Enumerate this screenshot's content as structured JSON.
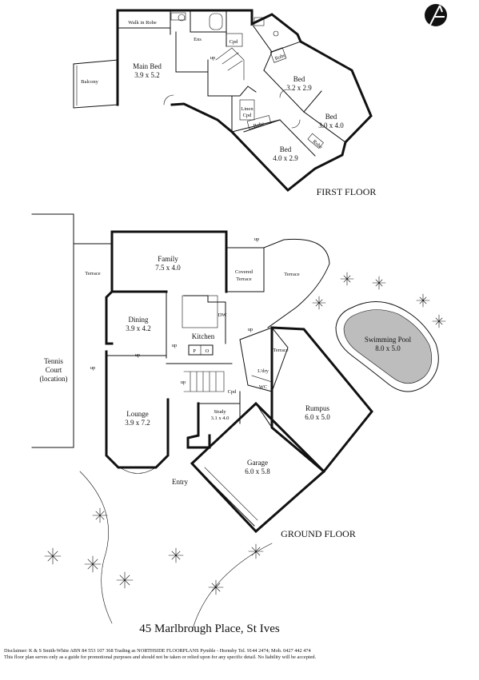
{
  "title": "45 Marlbrough Place, St Ives",
  "compass": {
    "icon": "north-arrow-icon"
  },
  "first_floor": {
    "heading": "FIRST FLOOR",
    "rooms": {
      "walk_in_robe": "Walk in Robe",
      "ens": "Ens",
      "main_bed_name": "Main Bed",
      "main_bed_size": "3.9 x 5.2",
      "balcony": "Balcony",
      "bed1_name": "Bed",
      "bed1_size": "3.2 x 2.9",
      "bed2_name": "Bed",
      "bed2_size": "3.0 x 4.0",
      "bed3_name": "Bed",
      "bed3_size": "4.0 x 2.9",
      "linen": "Linen",
      "linen_cpd": "Cpd",
      "cpd": "Cpd",
      "robe1": "Robe",
      "robe2": "Robe",
      "robe3": "Robe",
      "up": "up"
    }
  },
  "ground_floor": {
    "heading": "GROUND FLOOR",
    "rooms": {
      "tennis_name": "Tennis",
      "tennis_court": "Court",
      "tennis_location": "(location)",
      "terrace_left": "Terrace",
      "family_name": "Family",
      "family_size": "7.5 x 4.0",
      "covered_terrace_1": "Covered",
      "covered_terrace_2": "Terrace",
      "terrace_right": "Terrace",
      "dining_name": "Dining",
      "dining_size": "3.9 x 4.2",
      "kitchen": "Kitchen",
      "dw": "DW",
      "p": "P",
      "o": "O",
      "terrace_mid": "Terrace",
      "swimming_pool_name": "Swimming Pool",
      "swimming_pool_size": "8.0 x 5.0",
      "laundry": "L'dry",
      "wc": "WC",
      "cpd": "Cpd",
      "lounge_name": "Lounge",
      "lounge_size": "3.9 x 7.2",
      "study_name": "Study",
      "study_size": "3.1 x 4.0",
      "rumpus_name": "Rumpus",
      "rumpus_size": "6.0 x 5.0",
      "garage_name": "Garage",
      "garage_size": "6.0 x 5.8",
      "entry": "Entry",
      "up": "up"
    }
  },
  "disclaimer": {
    "line1": "Disclaimer:  K & S Smith-White  ABN 84 553 107 368  Trading as NORTHSIDE FLOORPLANS Pymble - Hornsby  Tel. 9144 2474; Mob. 0427 442 474",
    "line2": "This floor plan serves only as a guide for promotional purposes and should not be taken or relied upon for any specific detail.  No liability will be accepted."
  }
}
